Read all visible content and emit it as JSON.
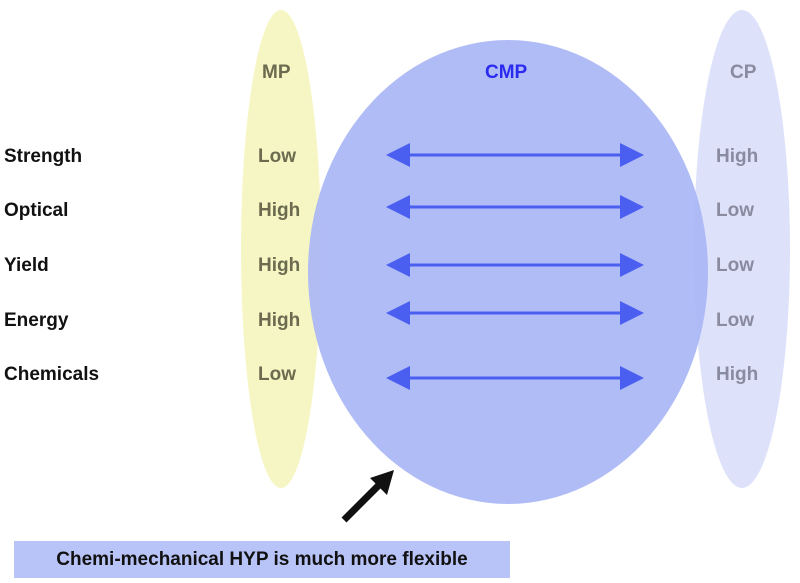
{
  "headers": {
    "mp": "MP",
    "cmp": "CMP",
    "cp": "CP"
  },
  "rows": [
    {
      "label": "Strength",
      "mp": "Low",
      "cp": "High"
    },
    {
      "label": "Optical",
      "mp": "High",
      "cp": "Low"
    },
    {
      "label": "Yield",
      "mp": "High",
      "cp": "Low"
    },
    {
      "label": "Energy",
      "mp": "High",
      "cp": "Low"
    },
    {
      "label": "Chemicals",
      "mp": "Low",
      "cp": "High"
    }
  ],
  "banner": "Chemi-mechanical HYP is much more flexible",
  "colors": {
    "mp": "#f6f6c4",
    "cmp": "#a9b6f5",
    "cp": "#dde2fa",
    "arrow": "#4a5ef0",
    "cmp_text": "#2a2af0"
  }
}
